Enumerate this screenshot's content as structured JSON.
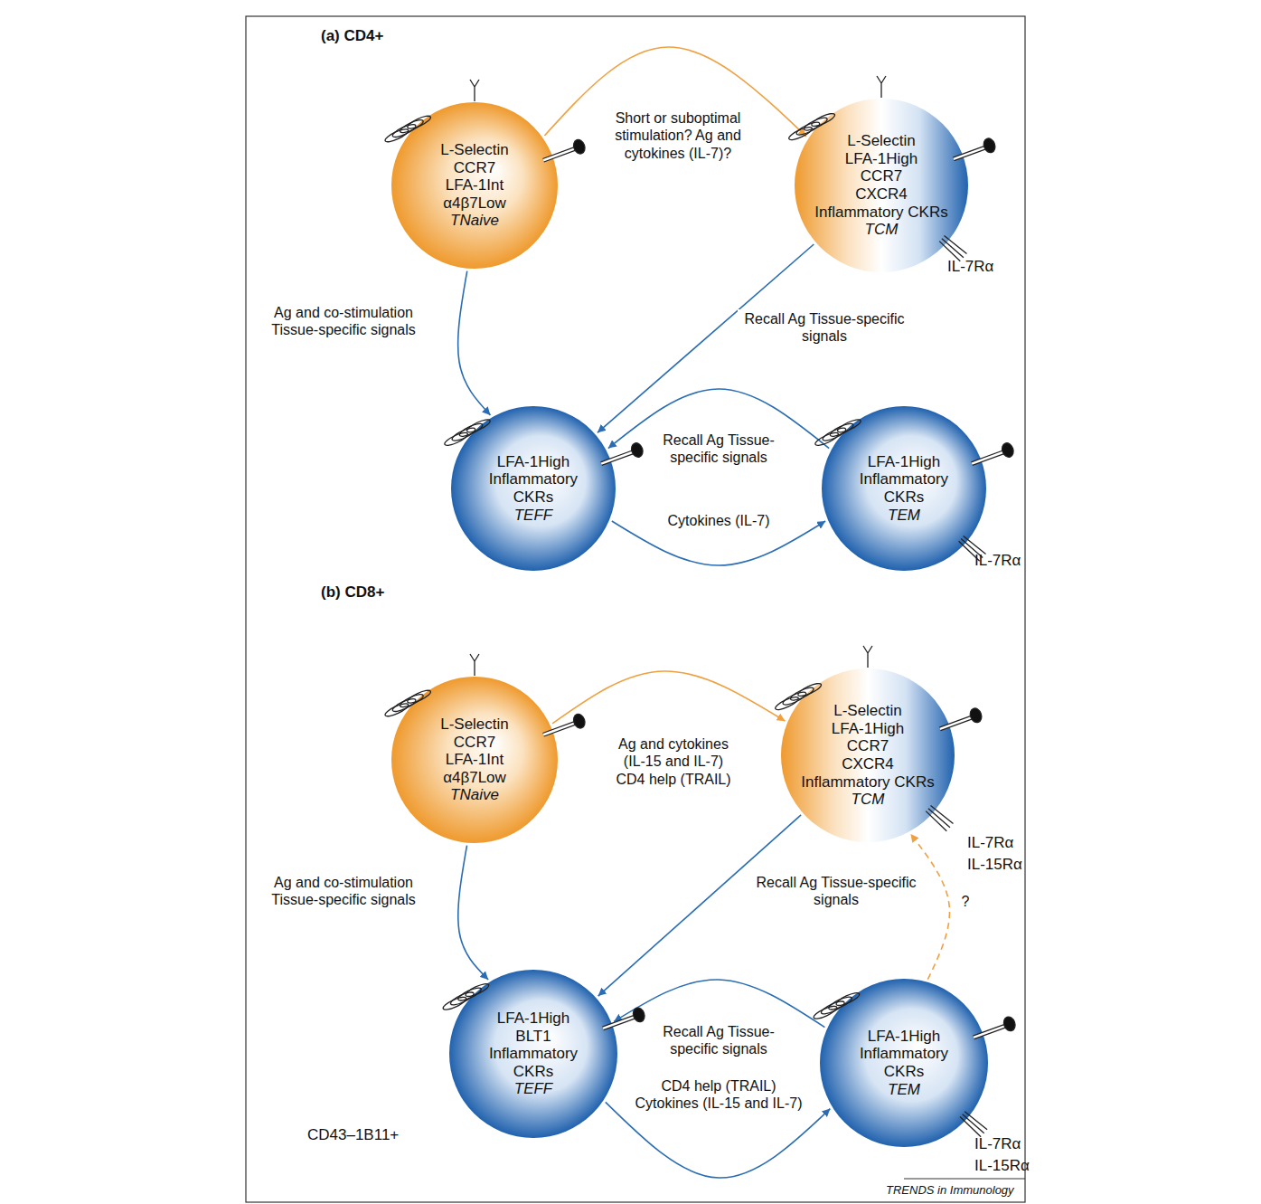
{
  "diagram": {
    "nodes": [
      {
        "text": [
          "L-Selectin",
          "CCR7",
          "LFA-1Int",
          "α4β7Low",
          "TNaive"
        ]
      },
      {
        "text": [
          "L-Selectin",
          "LFA-1High",
          "CCR7",
          "CXCR4",
          "Inflammatory CKRs",
          "TCM"
        ]
      },
      {
        "text": [
          "LFA-1High",
          "Inflammatory CKRs",
          "TEFF"
        ]
      },
      {
        "text": [
          "LFA-1High",
          "Inflammatory CKRs",
          "TEM"
        ]
      },
      {
        "text": [
          "L-Selectin",
          "CCR7",
          "LFA-1Int",
          "α4β7Low",
          "TNaive"
        ]
      },
      {
        "text": [
          "L-Selectin",
          "LFA-1High",
          "CCR7",
          "CXCR4",
          "Inflammatory CKRs",
          "TCM"
        ]
      },
      {
        "text": [
          "LFA-1High",
          "BLT1",
          "Inflammatory CKRs",
          "TEFF"
        ]
      },
      {
        "text": [
          "LFA-1High",
          "Inflammatory CKRs",
          "TEM"
        ]
      }
    ],
    "edges": [
      {
        "from": 0,
        "to": 1,
        "label": "Short or suboptimal stimulation? Ag and cytokines (IL-7)?",
        "arrow": "to"
      },
      {
        "from": 0,
        "to": 2,
        "label": "Ag and co-stimulation Tissue-specific signals",
        "arrow": "to"
      },
      {
        "from": 1,
        "to": 2,
        "label": "Recall Ag Tissue-specific signals",
        "arrow": "to"
      },
      {
        "from": 3,
        "to": 2,
        "label": "Recall Ag Tissue-specific signals",
        "arrow": "to"
      },
      {
        "from": 2,
        "to": 3,
        "label": "Cytokines (IL-7)",
        "arrow": "to"
      },
      {
        "from": 4,
        "to": 5,
        "label": "Ag and cytokines (IL-15 and IL-7) CD4 help (TRAIL)",
        "arrow": "to"
      },
      {
        "from": 4,
        "to": 6,
        "label": "Ag and co-stimulation Tissue-specific signals",
        "arrow": "to"
      },
      {
        "from": 5,
        "to": 6,
        "label": "Recall Ag Tissue-specific signals",
        "arrow": "to"
      },
      {
        "from": 7,
        "to": 6,
        "label": "Recall Ag Tissue-specific signals",
        "arrow": "to"
      },
      {
        "from": 6,
        "to": 7,
        "label": "CD4 help (TRAIL) Cytokines (IL-15 and IL-7)",
        "arrow": "to"
      },
      {
        "from": 7,
        "to": 5,
        "label": "?",
        "arrow": "to"
      }
    ],
    "labels": [
      "(a) CD4+",
      "IL-7Rα",
      "IL-7Rα",
      "(b) CD8+",
      "IL-7Rα",
      "IL-15Rα",
      "CD43–1B11+",
      "IL-7Rα",
      "IL-15Rα",
      "TRENDS in Immunology"
    ]
  }
}
